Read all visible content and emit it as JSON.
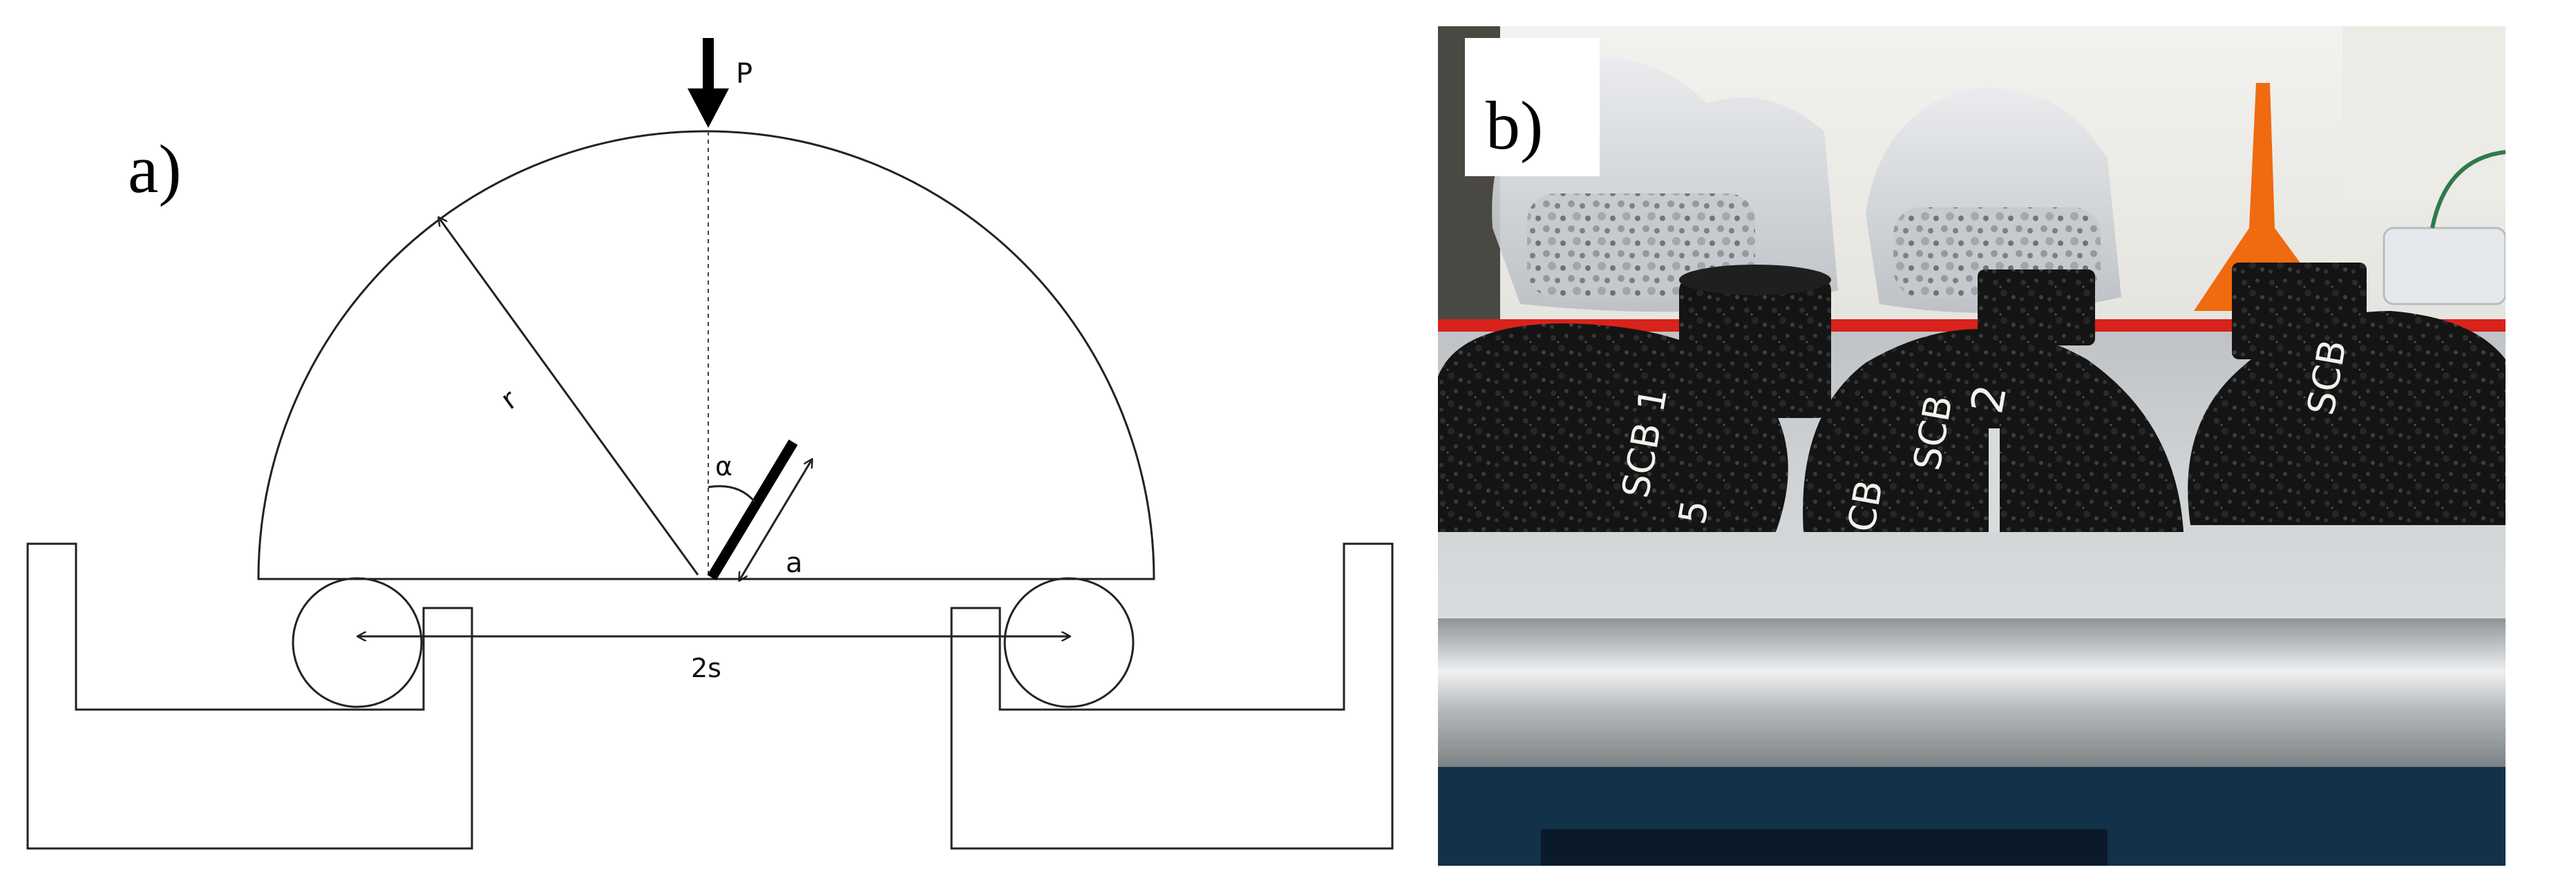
{
  "figure": {
    "panel_a": {
      "letter": "a)",
      "labels": {
        "load": "P",
        "radius": "r",
        "angle": "α",
        "notch": "a",
        "span": "2s"
      }
    },
    "panel_b": {
      "letter": "b)",
      "specimen_markings": [
        "SCB 1",
        "5",
        "CB",
        "SCB",
        "2",
        "SCB"
      ]
    }
  },
  "colors": {
    "line": "#222222",
    "photo_countertop": "#c9cdd0",
    "photo_asphalt": "#151515",
    "photo_cabinet": "#12324a",
    "photo_funnel": "#f06a10",
    "photo_tape": "#d8231c"
  }
}
